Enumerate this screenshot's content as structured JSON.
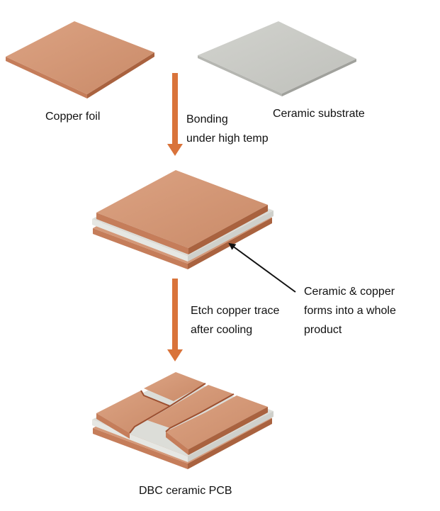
{
  "labels": {
    "copper_foil": "Copper foil",
    "ceramic_substrate": "Ceramic substrate",
    "bonding_line1": "Bonding",
    "bonding_line2": "under high temp",
    "etch_line1": "Etch copper trace",
    "etch_line2": "after cooling",
    "callout_line1": "Ceramic & copper",
    "callout_line2": "forms into a whole",
    "callout_line3": "product",
    "final_product": "DBC ceramic PCB"
  },
  "colors": {
    "copper_top": "#d49878",
    "copper_edge": "#b56d4b",
    "ceramic_top": "#c9cac5",
    "ceramic_edge": "#a9aaa5",
    "process_arrow": "#d9733a",
    "callout_arrow": "#111111"
  }
}
